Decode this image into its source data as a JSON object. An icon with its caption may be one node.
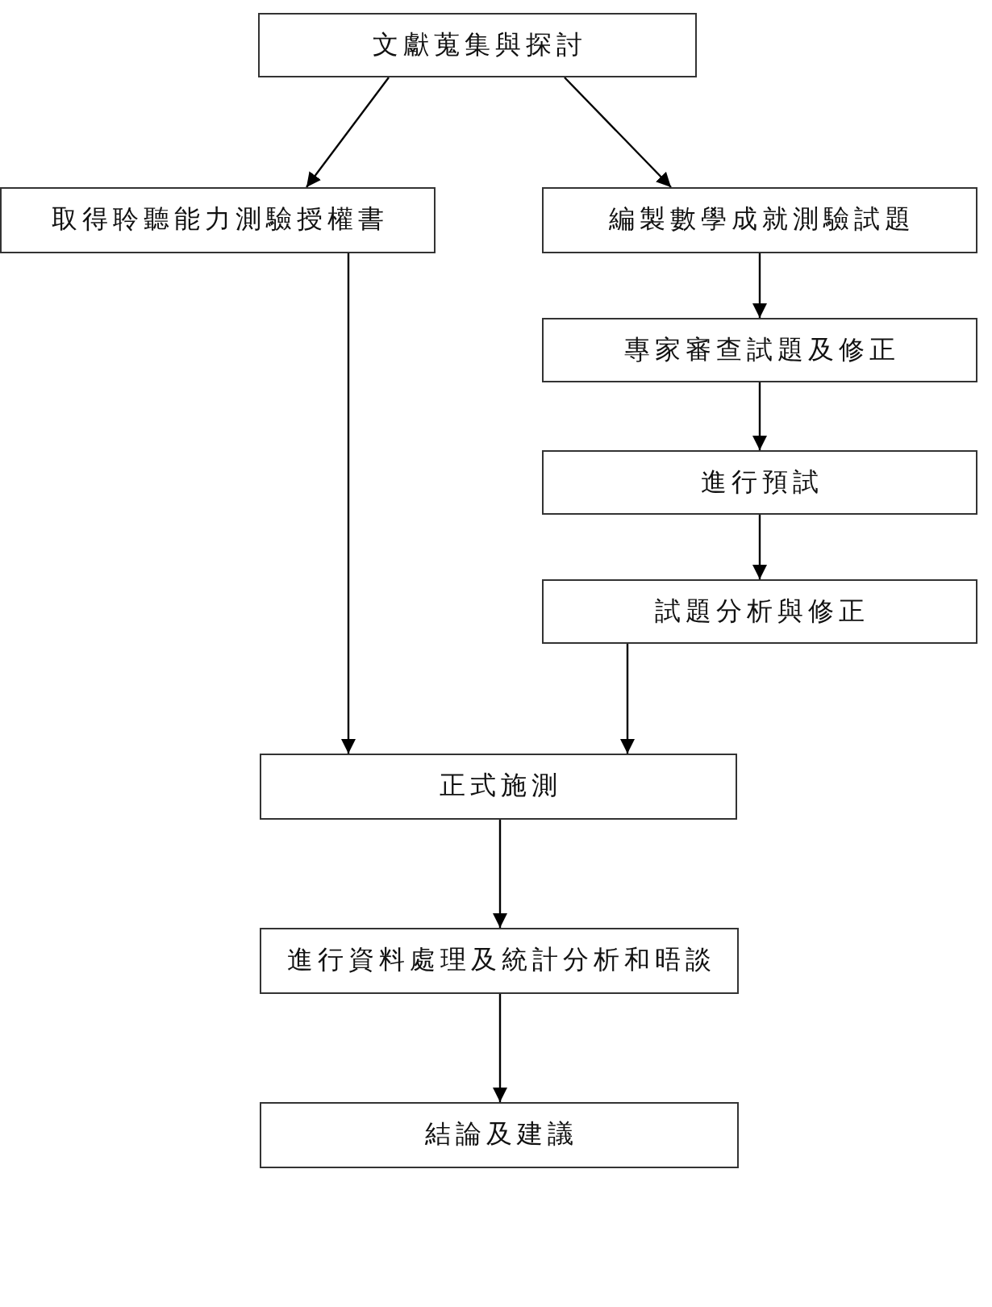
{
  "diagram": {
    "nodes": [
      {
        "text": [
          "文獻蒐集與探討"
        ]
      },
      {
        "text": [
          "取得聆聽能力測驗授權書"
        ]
      },
      {
        "text": [
          "編製數學成就測驗試題"
        ]
      },
      {
        "text": [
          "專家審查試題及修正"
        ]
      },
      {
        "text": [
          "進行預試"
        ]
      },
      {
        "text": [
          "試題分析與修正"
        ]
      },
      {
        "text": [
          "正式施測"
        ]
      },
      {
        "text": [
          "進行資料處理及統計分析和晤談"
        ]
      },
      {
        "text": [
          "結論及建議"
        ]
      }
    ],
    "edges": [
      {
        "from": 0,
        "to": 1,
        "arrow": "to"
      },
      {
        "from": 0,
        "to": 2,
        "arrow": "to"
      },
      {
        "from": 2,
        "to": 3,
        "arrow": "to"
      },
      {
        "from": 3,
        "to": 4,
        "arrow": "to"
      },
      {
        "from": 4,
        "to": 5,
        "arrow": "to"
      },
      {
        "from": 1,
        "to": 6,
        "arrow": "to"
      },
      {
        "from": 5,
        "to": 6,
        "arrow": "to"
      },
      {
        "from": 6,
        "to": 7,
        "arrow": "to"
      },
      {
        "from": 7,
        "to": 8,
        "arrow": "to"
      }
    ]
  }
}
